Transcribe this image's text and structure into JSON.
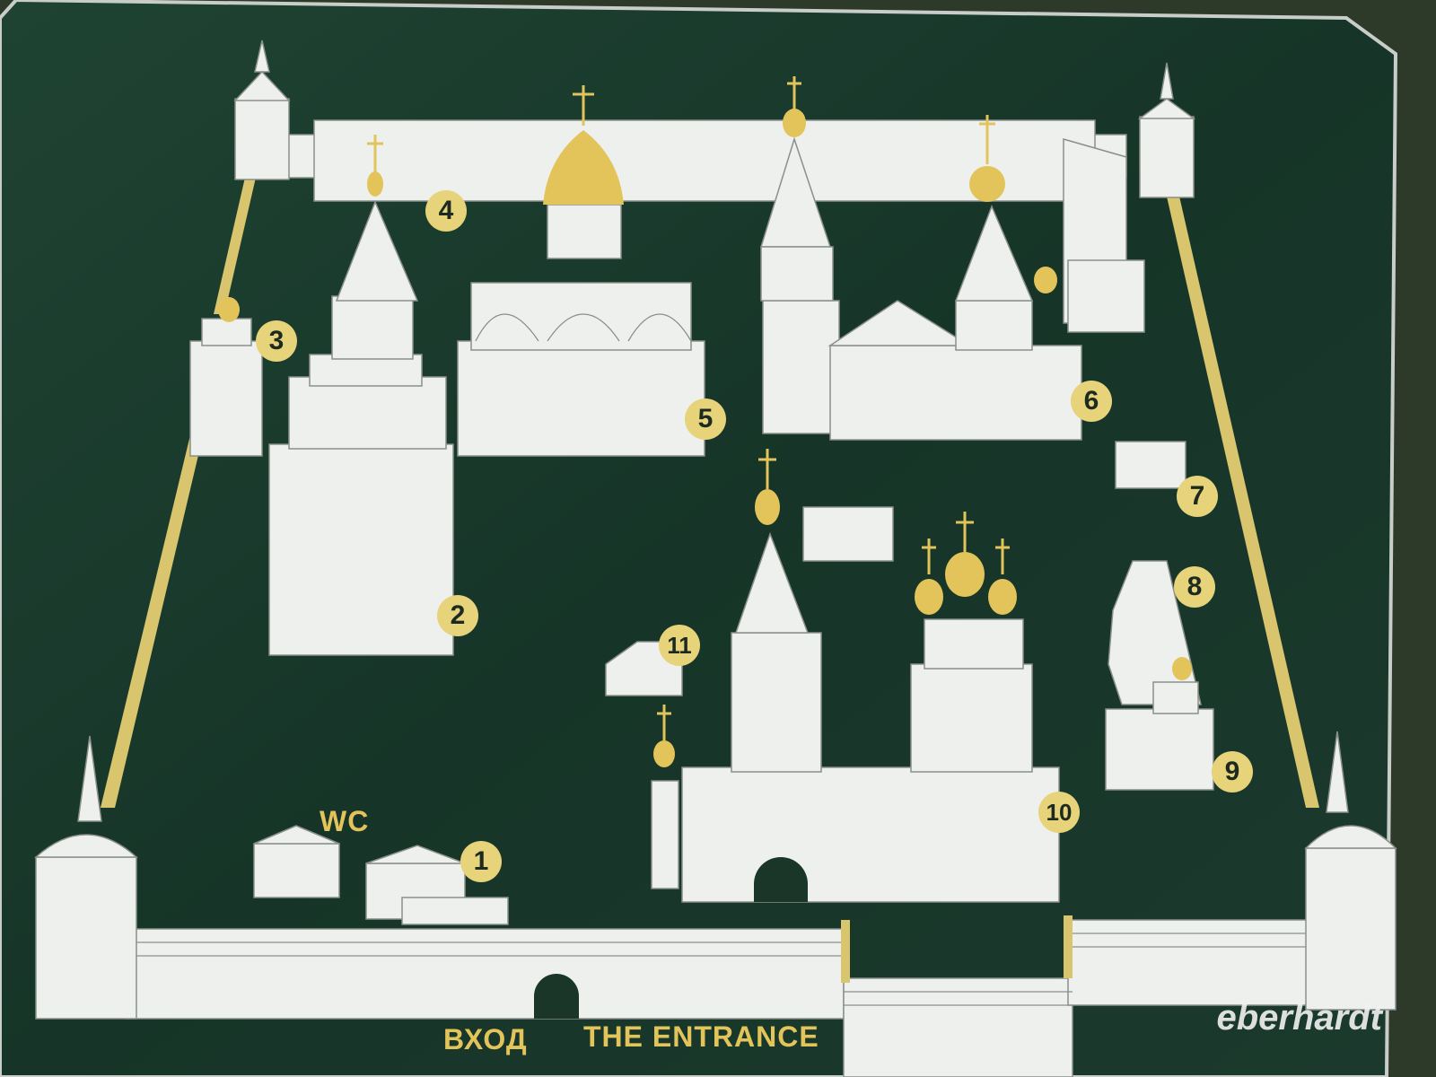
{
  "map": {
    "markers": [
      "1",
      "2",
      "3",
      "4",
      "5",
      "6",
      "7",
      "8",
      "9",
      "10",
      "11"
    ],
    "wc_label": "WC",
    "entrance_ru": "ВХОД",
    "entrance_en": "THE ENTRANCE",
    "watermark": "eberhardt"
  },
  "colors": {
    "board": "#1d3b2e",
    "buildings": "#eef0ee",
    "gold": "#e3c45a"
  }
}
